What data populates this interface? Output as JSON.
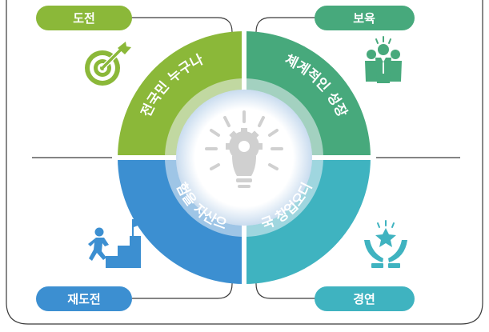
{
  "quadrants": [
    {
      "id": "challenge",
      "label": "도전",
      "arc_text": "전국민 누구나",
      "icon": "target-icon",
      "color": "#8bb839"
    },
    {
      "id": "nurture",
      "label": "보육",
      "arc_text": "체계적인 성장",
      "icon": "people-group-icon",
      "color": "#47a97c"
    },
    {
      "id": "rechallenge",
      "label": "재도전",
      "arc_text": "경험을 자산으로",
      "icon": "stairs-flag-icon",
      "color": "#3c8fd1"
    },
    {
      "id": "compete",
      "label": "경연",
      "arc_text": "전국 창업오디션",
      "icon": "hands-star-icon",
      "color": "#3fb3c0"
    }
  ],
  "center": {
    "icon": "lightbulb-gear-icon"
  }
}
